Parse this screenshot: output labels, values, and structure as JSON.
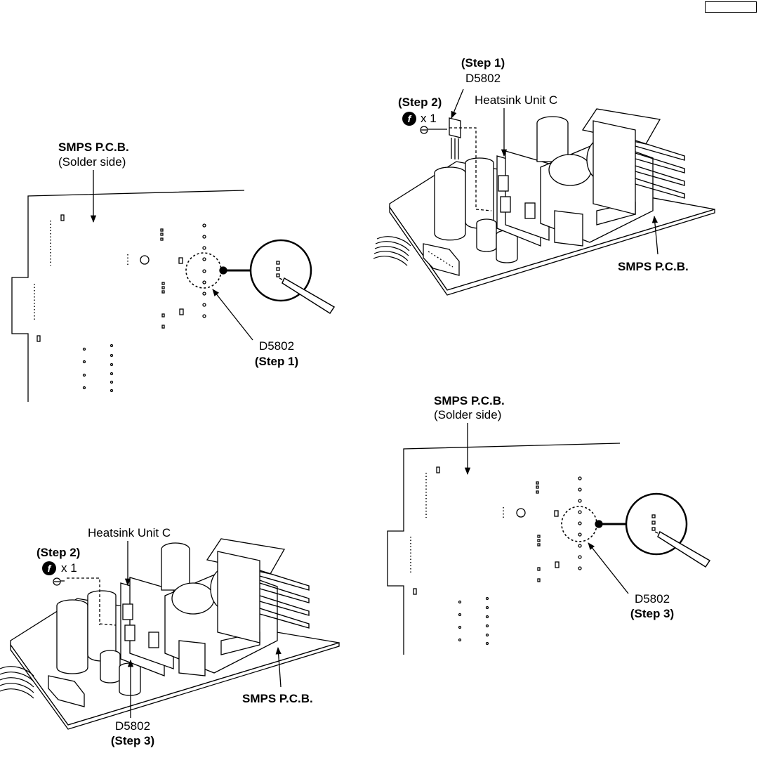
{
  "page": {
    "number_box": ""
  },
  "fig1": {
    "pcb_label": "SMPS P.C.B.",
    "pcb_sub": "(Solder side)",
    "part": "D5802",
    "step": "(Step 1)"
  },
  "fig2": {
    "step1": "(Step 1)",
    "part": "D5802",
    "step2": "(Step 2)",
    "screw_count": "x 1",
    "heatsink": "Heatsink Unit C",
    "pcb_label": "SMPS P.C.B."
  },
  "fig3": {
    "heatsink": "Heatsink Unit C",
    "step2": "(Step 2)",
    "screw_count": "x 1",
    "pcb_label": "SMPS P.C.B.",
    "part": "D5802",
    "step": "(Step 3)"
  },
  "fig4": {
    "pcb_label": "SMPS P.C.B.",
    "pcb_sub": "(Solder side)",
    "part": "D5802",
    "step": "(Step 3)"
  },
  "icons": {
    "screw": "f"
  }
}
